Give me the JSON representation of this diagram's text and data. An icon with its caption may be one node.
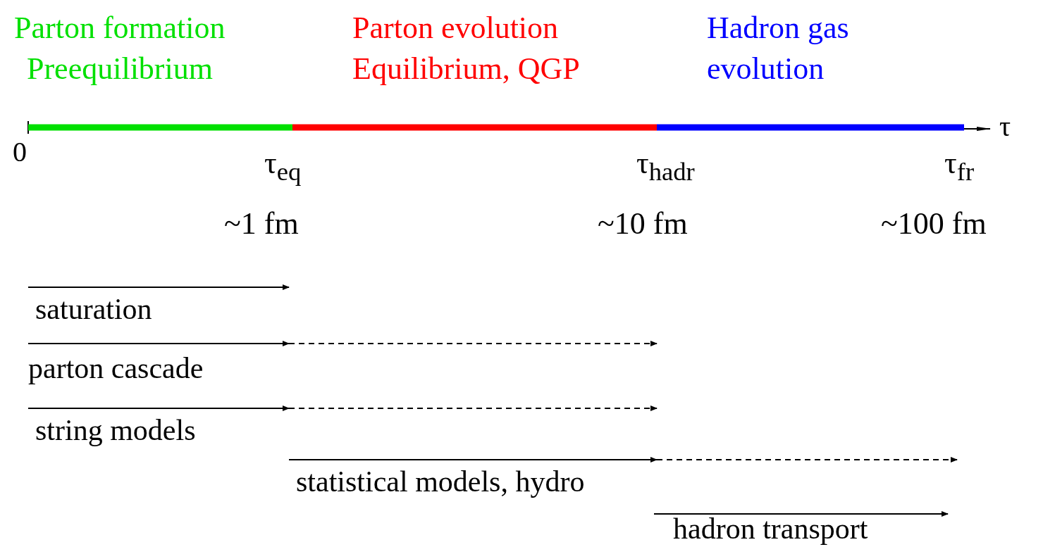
{
  "diagram": {
    "labels": [
      "Parton formation",
      "Preequilibrium",
      "Parton evolution",
      "Equilibrium, QGP",
      "Hadron gas",
      "evolution",
      "τ",
      "0",
      "τ$_{eq}$",
      "τ$_{hadr}$",
      "τ$_{fr}$",
      "~1 fm",
      "~10 fm",
      "~100 fm",
      "saturation",
      "parton cascade",
      "string models",
      "statistical models, hydro",
      "hadron transport"
    ]
  }
}
